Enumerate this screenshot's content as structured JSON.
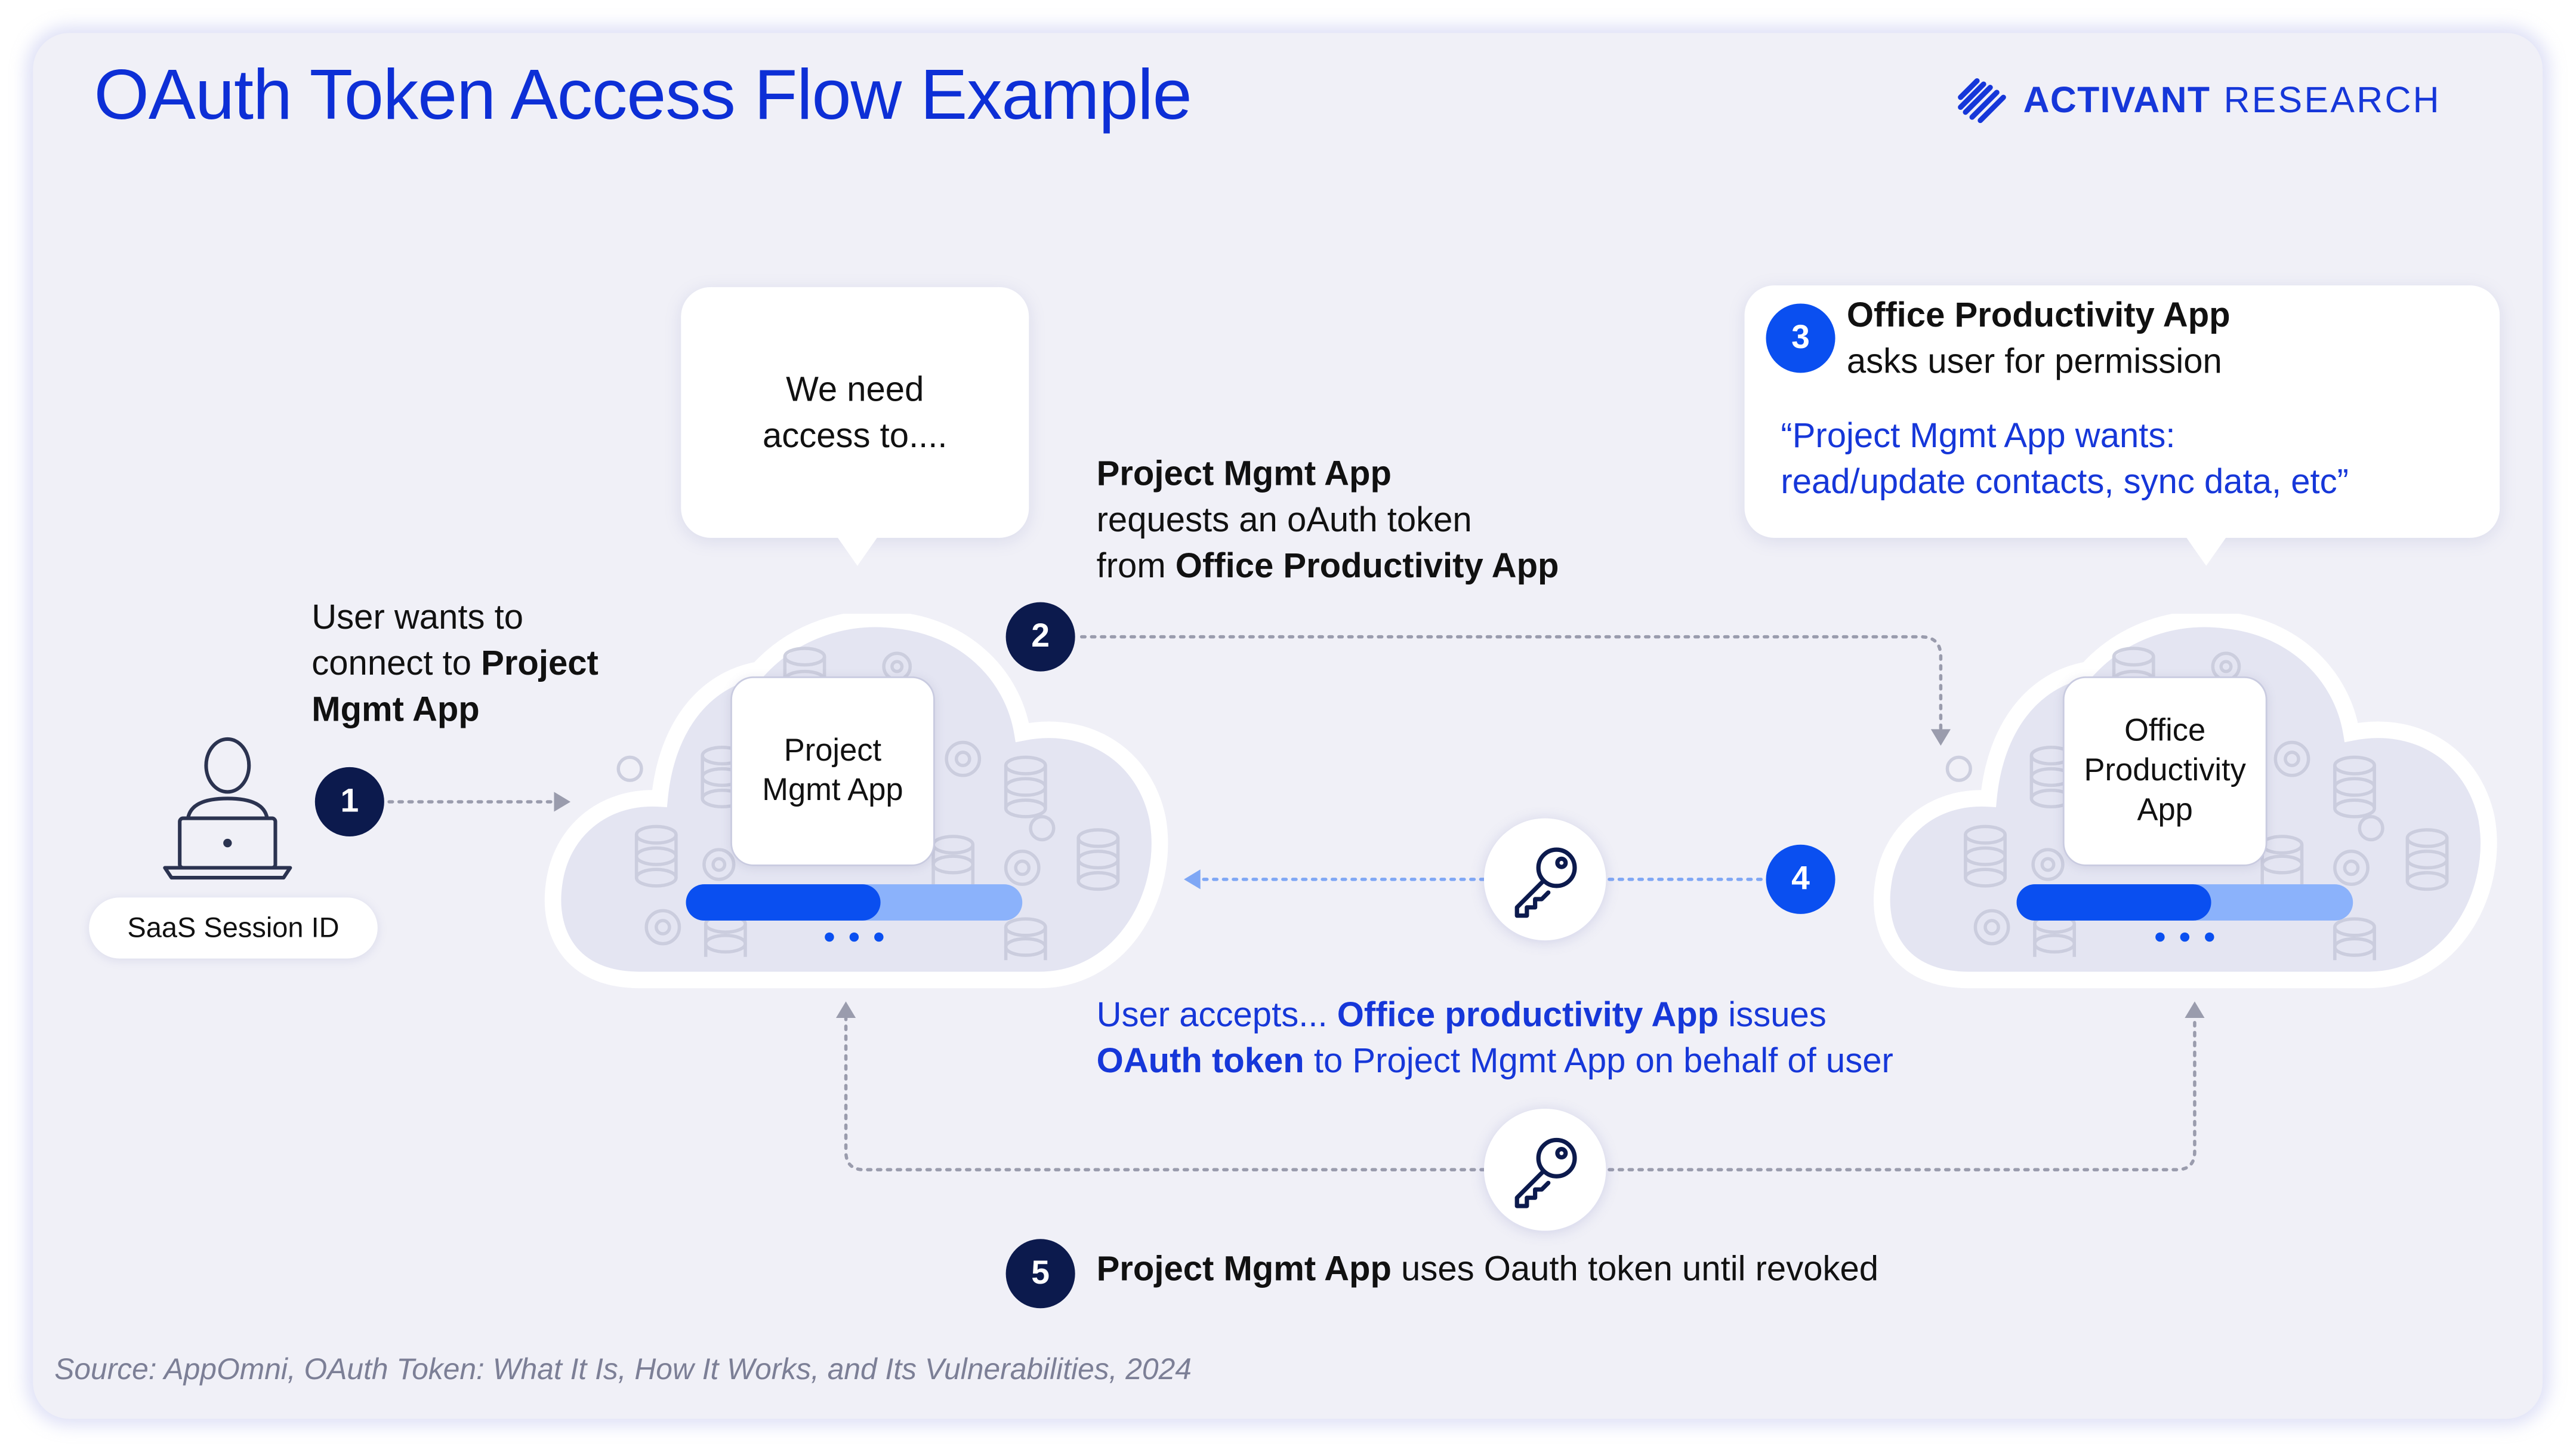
{
  "title": "OAuth Token Access Flow Example",
  "brand": {
    "bold": "ACTIVANT",
    "light": "RESEARCH",
    "logo_icon": "stripes-logo-icon"
  },
  "user": {
    "icon": "laptop-user-icon",
    "session_label": "SaaS Session ID"
  },
  "step1": {
    "number": "1",
    "line1": "User wants to",
    "line2_pre": "connect to ",
    "line2_bold": "Project",
    "line3_bold": "Mgmt App"
  },
  "speech_bubble": {
    "line1": "We need",
    "line2": "access to...."
  },
  "step2": {
    "number": "2",
    "line1_bold": "Project Mgmt App",
    "line2": "requests an oAuth token",
    "line3_pre": "from ",
    "line3_bold": "Office Productivity App"
  },
  "step3": {
    "number": "3",
    "line1_bold": "Office Productivity App",
    "line2": "asks user for permission",
    "quote_line1": "“Project Mgmt App wants:",
    "quote_line2": "read/update contacts, sync data, etc”"
  },
  "left_cloud": {
    "app_line1": "Project",
    "app_line2": "Mgmt App",
    "progress": 0.58
  },
  "right_cloud": {
    "app_line1": "Office",
    "app_line2": "Productivity",
    "app_line3": "App",
    "progress": 0.58
  },
  "step4": {
    "number": "4",
    "icon": "key-icon",
    "line1_pre": "User accepts... ",
    "line1_bold": "Office productivity App",
    "line1_post": " issues",
    "line2_bold": "OAuth token",
    "line2_post": " to Project Mgmt App on behalf of user"
  },
  "step5": {
    "number": "5",
    "icon": "key-icon",
    "bold": "Project Mgmt App",
    "rest": " uses Oauth token until revoked"
  },
  "source": "Source: AppOmni, OAuth Token: What It Is, How It Works, and Its Vulnerabilities, 2024",
  "colors": {
    "primary_blue": "#0d2fd6",
    "bright_blue": "#0a4ff0",
    "navy": "#0c1a4d",
    "light_blue": "#8bb2fb",
    "background": "#f0f0f7"
  }
}
